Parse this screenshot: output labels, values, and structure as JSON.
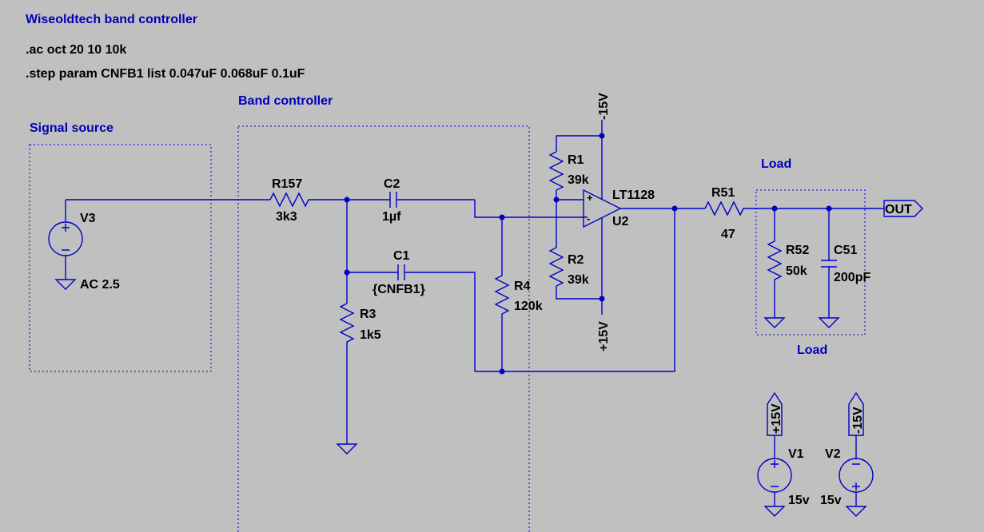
{
  "title": "Wiseoldtech band controller",
  "directives": {
    "ac": ".ac oct 20 10 10k",
    "step": ".step param CNFB1 list 0.047uF 0.068uF 0.1uF"
  },
  "blocks": {
    "signal_source": "Signal source",
    "band_controller": "Band controller",
    "load_top": "Load",
    "load_bottom": "Load"
  },
  "components": {
    "V3": {
      "name": "V3",
      "value": "AC 2.5"
    },
    "R157": {
      "name": "R157",
      "value": "3k3"
    },
    "C2": {
      "name": "C2",
      "value": "1µf"
    },
    "C1": {
      "name": "C1",
      "value": "{CNFB1}"
    },
    "R3": {
      "name": "R3",
      "value": "1k5"
    },
    "R4": {
      "name": "R4",
      "value": "120k"
    },
    "R1": {
      "name": "R1",
      "value": "39k"
    },
    "R2": {
      "name": "R2",
      "value": "39k"
    },
    "U2": {
      "name": "U2",
      "value": "LT1128"
    },
    "R51": {
      "name": "R51",
      "value": "47"
    },
    "R52": {
      "name": "R52",
      "value": "50k"
    },
    "C51": {
      "name": "C51",
      "value": "200pF"
    },
    "V1": {
      "name": "V1",
      "value": "15v"
    },
    "V2": {
      "name": "V2",
      "value": "15v"
    }
  },
  "nets": {
    "neg15": "-15V",
    "pos15": "+15V",
    "out": "OUT"
  },
  "opamp_pins": {
    "plus": "+",
    "minus": "-"
  }
}
